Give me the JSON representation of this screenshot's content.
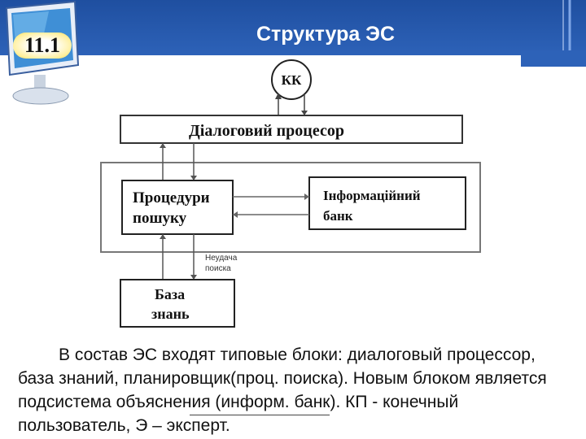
{
  "slide": {
    "number": "11.1",
    "title": "Структура ЭС"
  },
  "diagram": {
    "kk": "КК",
    "dialog_processor": "Діалоговий процесор",
    "search_procedures_line1": "Процедури",
    "search_procedures_line2": "пошуку",
    "info_bank_line1": "Інформаційний",
    "info_bank_line2": "банк",
    "knowledge_base_line1": "База",
    "knowledge_base_line2": "знань",
    "failure_note_line1": "Неудача",
    "failure_note_line2": "поиска"
  },
  "description": "В состав ЭС входят типовые блоки: диалоговый процессор, база знаний, планировщик(проц. поиска). Новым блоком является подсистема объяснения (информ. банк). КП - конечный пользователь, Э – эксперт.",
  "colors": {
    "header": "#2d62b8",
    "badge": "#ffd84a"
  }
}
